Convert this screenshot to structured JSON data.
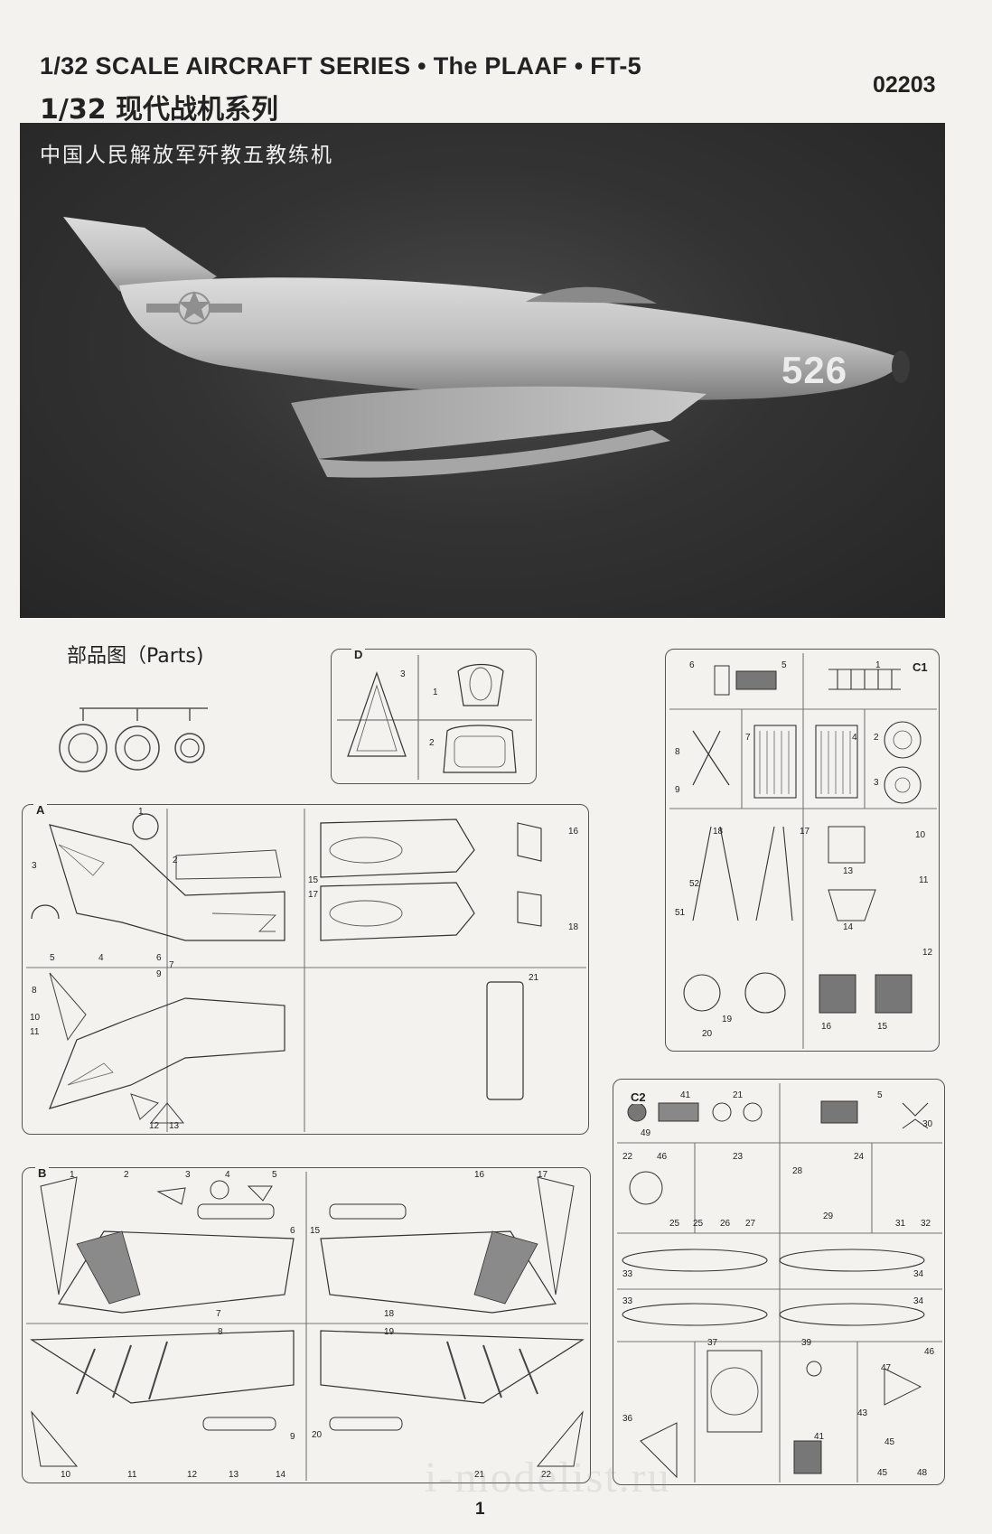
{
  "header": {
    "title_en": "1/32 SCALE AIRCRAFT SERIES • The PLAAF • FT-5",
    "title_cn": "1/32 现代战机系列",
    "product_code": "02203"
  },
  "photo": {
    "caption": "中国人民解放军歼教五教练机",
    "aircraft_number": "526"
  },
  "parts": {
    "title": "部品图（Parts)",
    "frames": {
      "D": {
        "letter": "D",
        "parts": [
          "1",
          "2",
          "3"
        ]
      },
      "A": {
        "letter": "A",
        "parts": [
          "1",
          "2",
          "3",
          "4",
          "5",
          "6",
          "7",
          "8",
          "9",
          "10",
          "11",
          "12",
          "13",
          "15",
          "16",
          "17",
          "18",
          "21"
        ]
      },
      "B": {
        "letter": "B",
        "parts": [
          "1",
          "2",
          "3",
          "4",
          "5",
          "6",
          "7",
          "8",
          "9",
          "10",
          "11",
          "12",
          "13",
          "14",
          "15",
          "16",
          "17",
          "18",
          "19",
          "20",
          "21",
          "22"
        ]
      },
      "C1": {
        "letter": "C1",
        "parts": [
          "1",
          "2",
          "3",
          "4",
          "5",
          "6",
          "7",
          "8",
          "9",
          "10",
          "11",
          "12",
          "13",
          "14",
          "15",
          "16",
          "17",
          "18",
          "19",
          "20",
          "51",
          "52"
        ]
      },
      "C2": {
        "letter": "C2",
        "parts": [
          "5",
          "21",
          "22",
          "23",
          "24",
          "25",
          "25",
          "26",
          "27",
          "28",
          "29",
          "30",
          "31",
          "32",
          "33",
          "33",
          "34",
          "34",
          "36",
          "37",
          "39",
          "41",
          "41",
          "43",
          "45",
          "45",
          "46",
          "46",
          "47",
          "48",
          "49"
        ]
      }
    }
  },
  "page": {
    "number": "1",
    "watermark": "i-modelist.ru"
  }
}
